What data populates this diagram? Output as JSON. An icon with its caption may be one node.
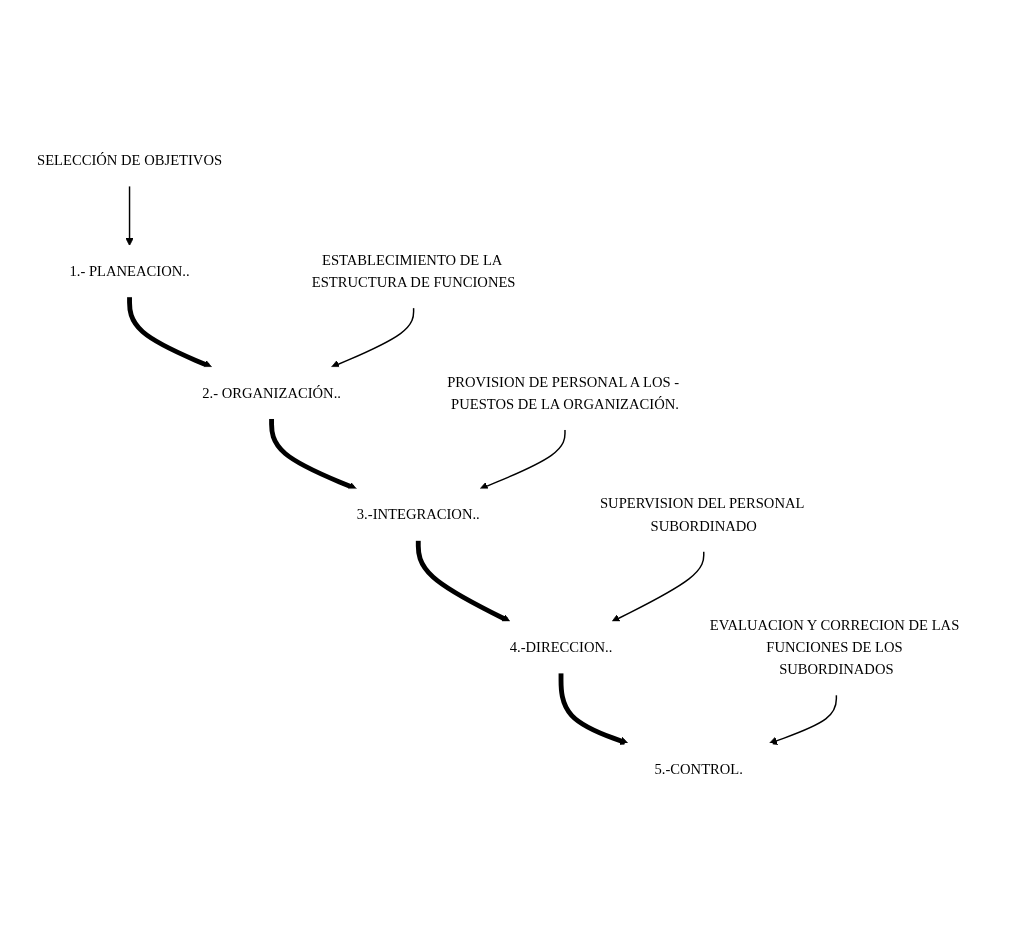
{
  "diagram": {
    "nodes": [
      {
        "text": [
          "SELECCIÓN DE OBJETIVOS"
        ]
      },
      {
        "text": [
          "1.- PLANEACION.."
        ]
      },
      {
        "text": [
          "ESTABLECIMIENTO DE LA ESTRUCTURA DE FUNCIONES"
        ]
      },
      {
        "text": [
          "2.- ORGANIZACIÓN.."
        ]
      },
      {
        "text": [
          "PROVISION DE PERSONAL A LOS - PUESTOS DE LA ORGANIZACIÓN."
        ]
      },
      {
        "text": [
          "3.-INTEGRACION.."
        ]
      },
      {
        "text": [
          "SUPERVISION DEL PERSONAL SUBORDINADO"
        ]
      },
      {
        "text": [
          "4.-DIRECCION.."
        ]
      },
      {
        "text": [
          "EVALUACION Y CORRECION DE LAS FUNCIONES DE LOS SUBORDINADOS"
        ]
      },
      {
        "text": [
          "5.-CONTROL."
        ]
      }
    ],
    "edges": [
      {
        "from": 0,
        "to": 1,
        "arrow": "to"
      },
      {
        "from": 1,
        "to": 3,
        "arrow": "to",
        "style": "thick"
      },
      {
        "from": 2,
        "to": 3,
        "arrow": "to"
      },
      {
        "from": 3,
        "to": 5,
        "arrow": "to",
        "style": "thick"
      },
      {
        "from": 4,
        "to": 5,
        "arrow": "to"
      },
      {
        "from": 5,
        "to": 7,
        "arrow": "to",
        "style": "thick"
      },
      {
        "from": 6,
        "to": 7,
        "arrow": "to"
      },
      {
        "from": 7,
        "to": 9,
        "arrow": "to",
        "style": "thick"
      },
      {
        "from": 8,
        "to": 9,
        "arrow": "to"
      }
    ]
  }
}
